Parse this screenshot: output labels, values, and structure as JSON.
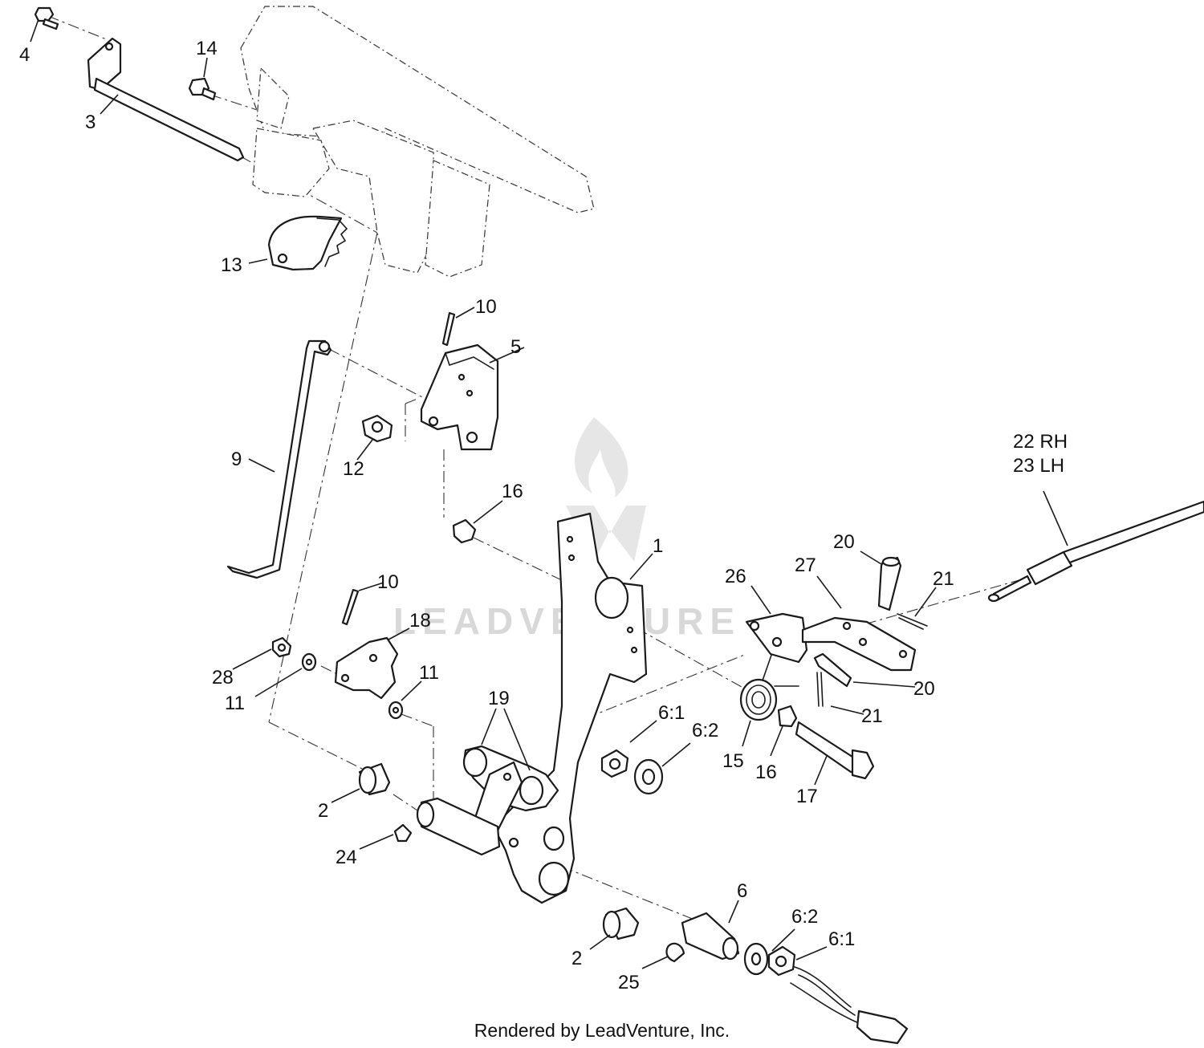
{
  "watermark": "LEADVENTURE",
  "credit": "Rendered by LeadVenture, Inc.",
  "callouts": [
    {
      "id": "c4",
      "text": "4"
    },
    {
      "id": "c14",
      "text": "14"
    },
    {
      "id": "c3",
      "text": "3"
    },
    {
      "id": "c13",
      "text": "13"
    },
    {
      "id": "c10a",
      "text": "10"
    },
    {
      "id": "c5",
      "text": "5"
    },
    {
      "id": "c9",
      "text": "9"
    },
    {
      "id": "c12",
      "text": "12"
    },
    {
      "id": "c16a",
      "text": "16"
    },
    {
      "id": "c22",
      "text": "22 RH"
    },
    {
      "id": "c23",
      "text": "23 LH"
    },
    {
      "id": "c1",
      "text": "1"
    },
    {
      "id": "c20a",
      "text": "20"
    },
    {
      "id": "c27",
      "text": "27"
    },
    {
      "id": "c26",
      "text": "26"
    },
    {
      "id": "c21a",
      "text": "21"
    },
    {
      "id": "c10b",
      "text": "10"
    },
    {
      "id": "c18",
      "text": "18"
    },
    {
      "id": "c28",
      "text": "28"
    },
    {
      "id": "c11a",
      "text": "11"
    },
    {
      "id": "c11b",
      "text": "11"
    },
    {
      "id": "c19",
      "text": "19"
    },
    {
      "id": "c20b",
      "text": "20"
    },
    {
      "id": "c21b",
      "text": "21"
    },
    {
      "id": "c61a",
      "text": "6:1"
    },
    {
      "id": "c62a",
      "text": "6:2"
    },
    {
      "id": "c15",
      "text": "15"
    },
    {
      "id": "c16b",
      "text": "16"
    },
    {
      "id": "c17",
      "text": "17"
    },
    {
      "id": "c2a",
      "text": "2"
    },
    {
      "id": "c24",
      "text": "24"
    },
    {
      "id": "c6",
      "text": "6"
    },
    {
      "id": "c62b",
      "text": "6:2"
    },
    {
      "id": "c61b",
      "text": "6:1"
    },
    {
      "id": "c2b",
      "text": "2"
    },
    {
      "id": "c25",
      "text": "25"
    }
  ]
}
